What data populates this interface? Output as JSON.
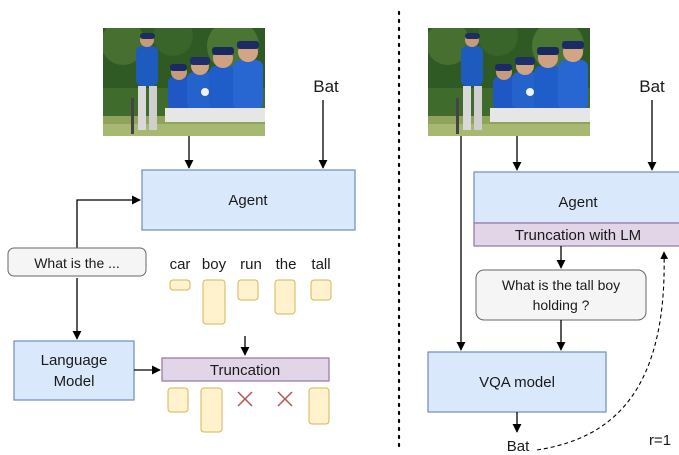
{
  "left": {
    "target_label": "Bat",
    "agent_label": "Agent",
    "question_label": "What is the ...",
    "words": [
      "car",
      "boy",
      "run",
      "the",
      "tall"
    ],
    "language_model_line1": "Language",
    "language_model_line2": "Model",
    "truncation_label": "Truncation"
  },
  "right": {
    "target_label": "Bat",
    "agent_label": "Agent",
    "truncation_lm_label": "Truncation with LM",
    "question_line1": "What is the tall boy",
    "question_line2": "holding ?",
    "vqa_label": "VQA model",
    "answer_label": "Bat",
    "reward_label": "r=1"
  },
  "colors": {
    "box_fill": "#dae8fc",
    "box_stroke": "#6c8ebf",
    "trunc_fill": "#e1d5e7",
    "trunc_stroke": "#9673a6",
    "token_fill": "#fff2cc",
    "token_stroke": "#d6b656",
    "bubble_fill": "#f5f5f5",
    "bubble_stroke": "#666666",
    "cross": "#b85450"
  }
}
